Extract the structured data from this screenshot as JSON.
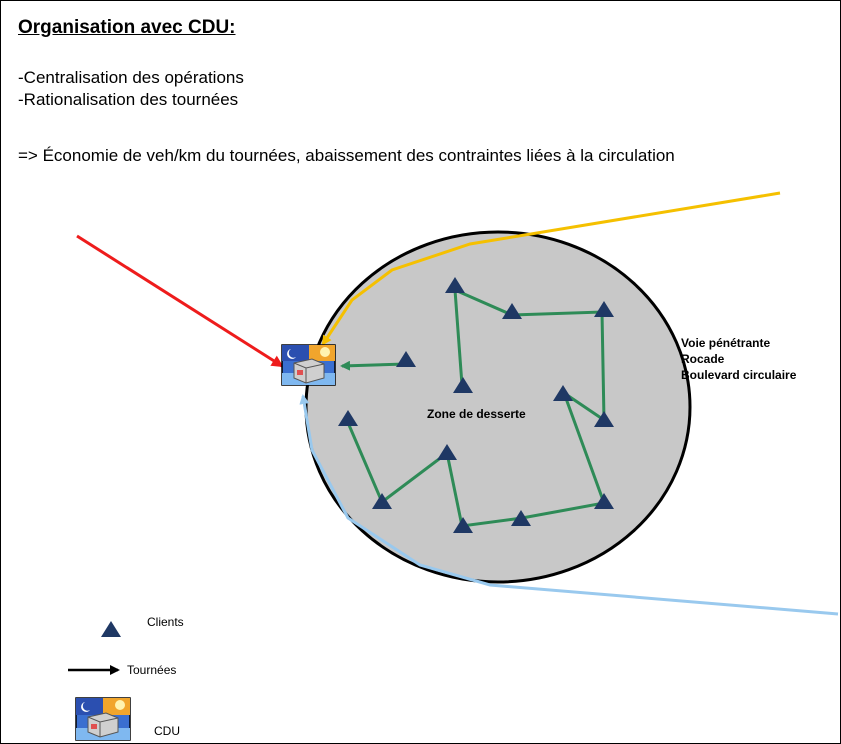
{
  "heading": "Organisation avec CDU:",
  "bullets": [
    "-Centralisation des opérations",
    "-Rationalisation des tournées"
  ],
  "conclusion": "=> Économie de veh/km du tournées, abaissement des contraintes liées à la circulation",
  "zone_label": "Zone de desserte",
  "road_labels": [
    "Voie pénétrante",
    "Rocade",
    "Boulevard circulaire"
  ],
  "legend": {
    "clients": "Clients",
    "tournees": "Tournées",
    "cdu": "CDU"
  },
  "colors": {
    "zone_fill": "#c8c8c8",
    "route": "#2e8b57",
    "client": "#1f3864",
    "red_arrow": "#ee1c1c",
    "yellow_road": "#f5c000",
    "blue_road": "#99c9ee"
  }
}
